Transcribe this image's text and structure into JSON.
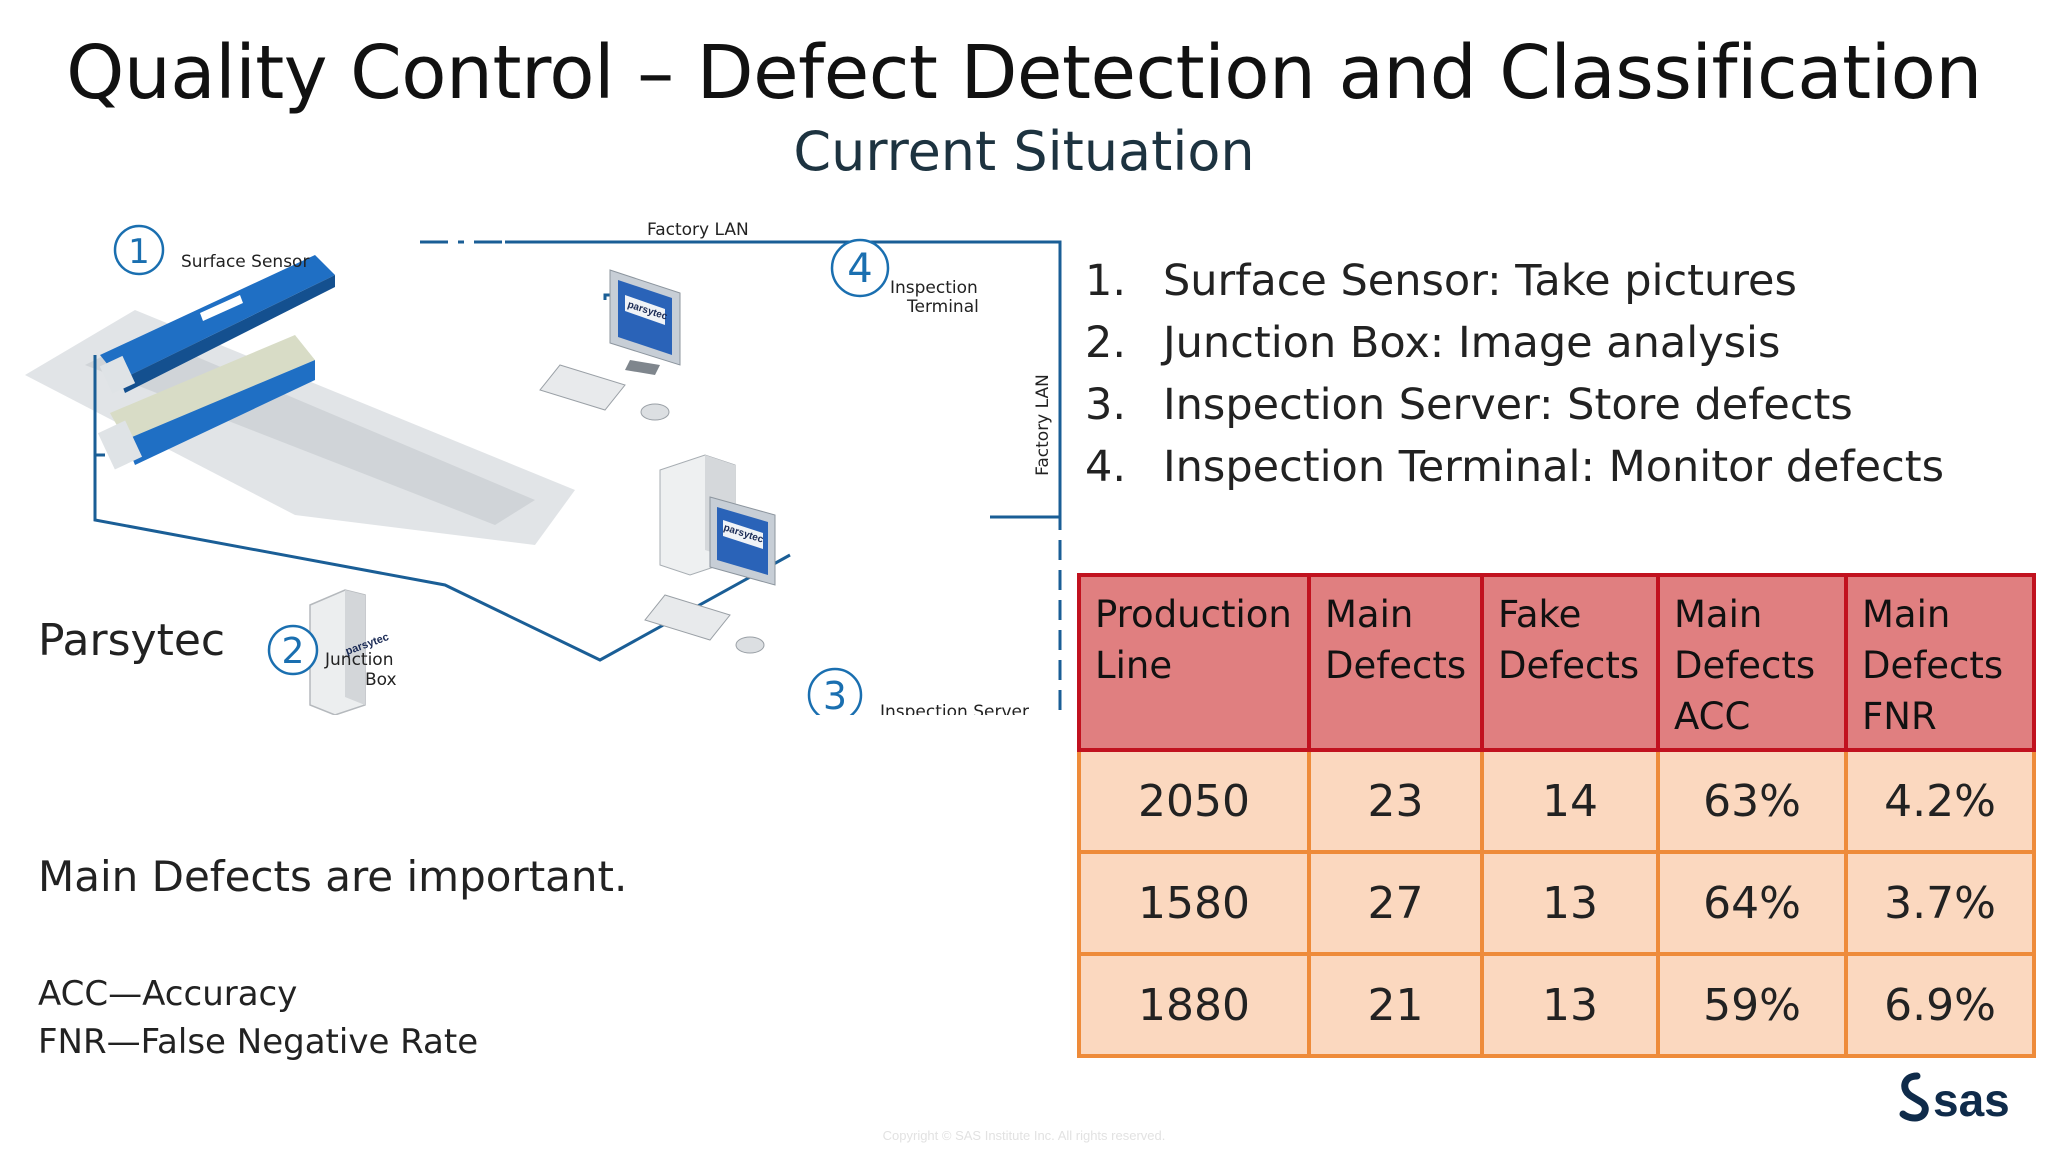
{
  "slide": {
    "title": "Quality Control – Defect Detection and Classification",
    "subtitle": "Current Situation"
  },
  "diagram": {
    "labels": {
      "surface_sensor": "Surface Sensor",
      "factory_lan_top": "Factory LAN",
      "factory_lan_side": "Factory LAN",
      "inspection_terminal_1": "Inspection",
      "inspection_terminal_2": "Terminal",
      "junction_box_1": "Junction",
      "junction_box_2": "Box",
      "inspection_server": "Inspection Server",
      "brand_mark": "parsytec"
    },
    "markers": [
      "1",
      "2",
      "3",
      "4"
    ],
    "line_color": "#1a5e96",
    "sensor_color": "#1f6fc4"
  },
  "component_list": [
    {
      "num": "1.",
      "text": "Surface Sensor:  Take pictures"
    },
    {
      "num": "2.",
      "text": "Junction Box:  Image analysis"
    },
    {
      "num": "3.",
      "text": "Inspection Server:  Store defects"
    },
    {
      "num": "4.",
      "text": "Inspection Terminal:  Monitor defects"
    }
  ],
  "vendor": "Parsytec",
  "note": "Main Defects are important.",
  "abbreviations": {
    "acc": "ACC—Accuracy",
    "fnr": "FNR—False Negative Rate"
  },
  "table": {
    "headers": [
      [
        "Production",
        "Line"
      ],
      [
        "Main",
        "Defects"
      ],
      [
        "Fake",
        "Defects"
      ],
      [
        "Main",
        "Defects",
        "ACC"
      ],
      [
        "Main",
        "Defects",
        "FNR"
      ]
    ],
    "rows": [
      [
        "2050",
        "23",
        "14",
        "63%",
        "4.2%"
      ],
      [
        "1580",
        "27",
        "13",
        "64%",
        "3.7%"
      ],
      [
        "1880",
        "21",
        "13",
        "59%",
        "6.9%"
      ]
    ],
    "header_color": "#e07f80",
    "header_border": "#c1121f",
    "body_color": "#fbd8bf",
    "body_border": "#ee8b3a"
  },
  "footer": "Copyright © SAS Institute Inc. All rights reserved.",
  "logo": {
    "text": "sas",
    "color": "#0f2b4a"
  }
}
